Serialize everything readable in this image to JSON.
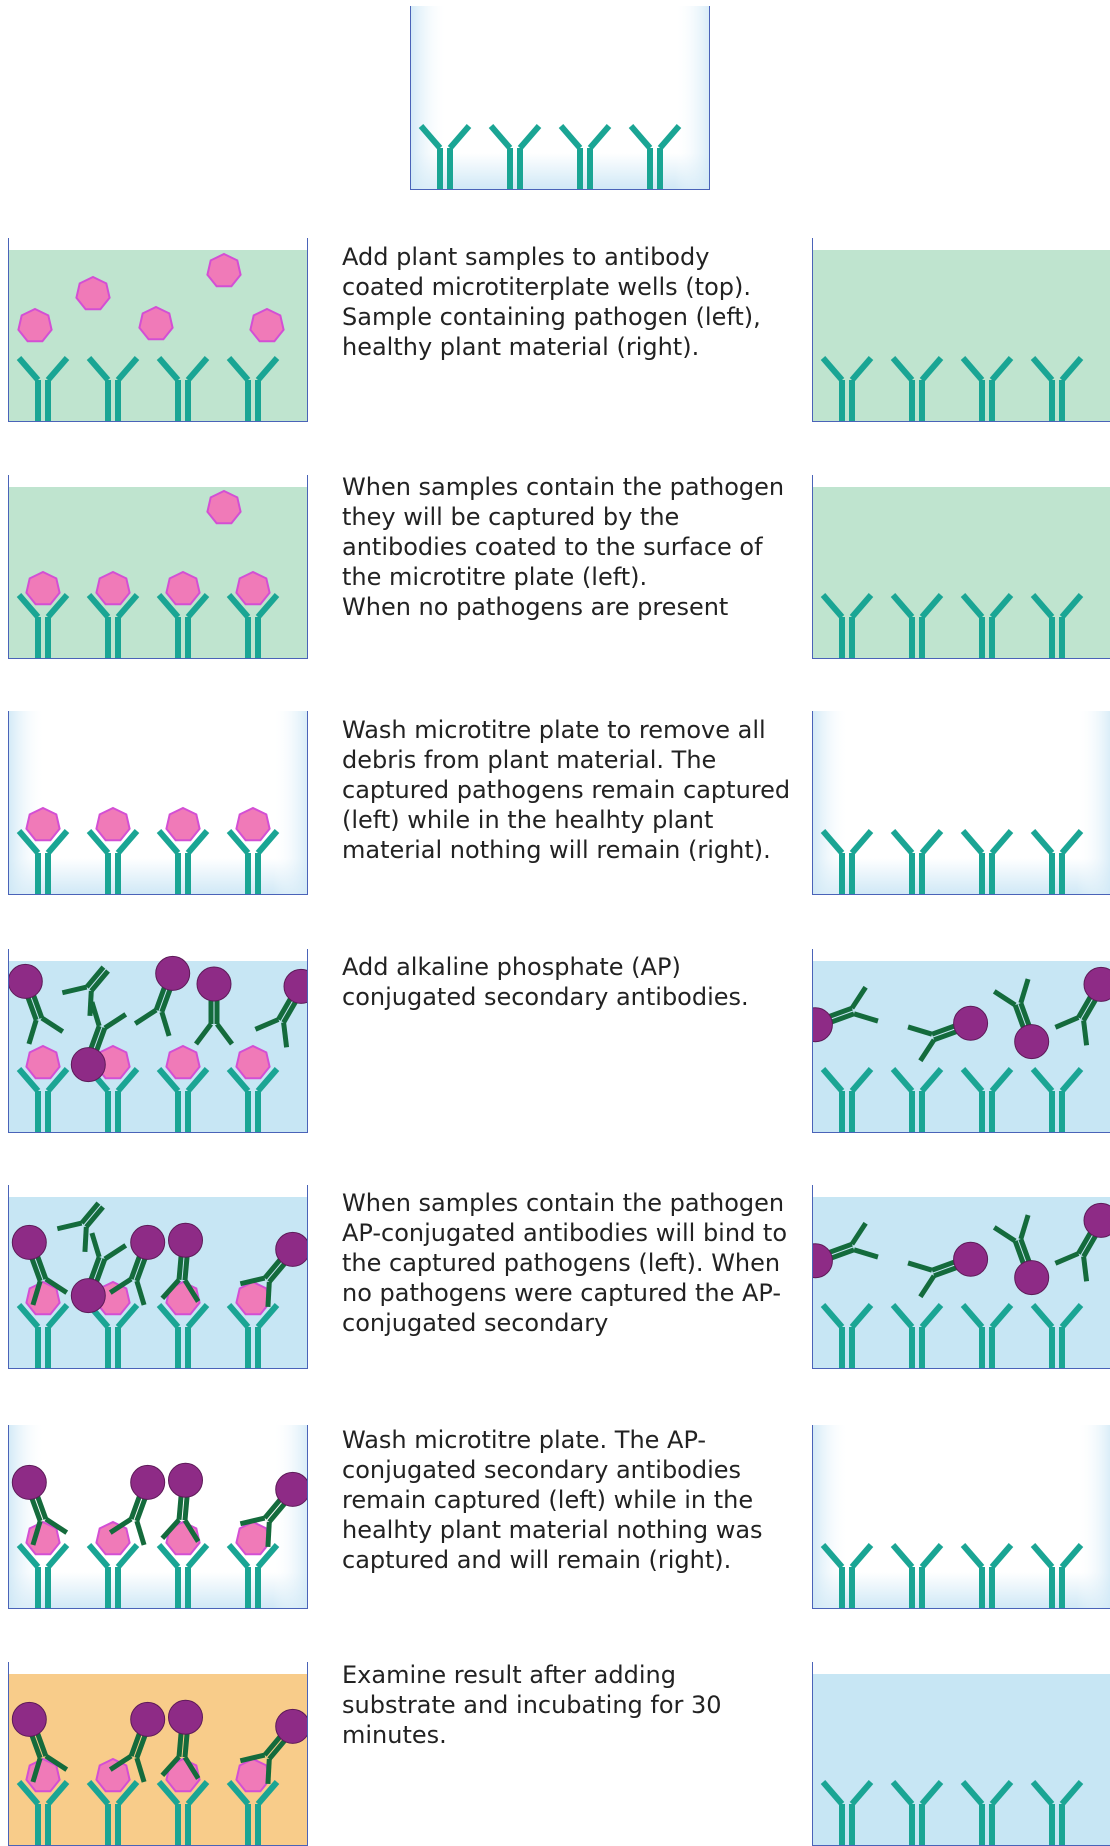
{
  "colors": {
    "antibody": "#1aa594",
    "pathogen_fill": "#f07ab8",
    "pathogen_stroke": "#d34fd4",
    "ap": "#8e2b86",
    "secondary": "#146b3c",
    "liquid_green": "#bfe4cf",
    "liquid_blue": "#c7e6f4",
    "liquid_orange": "#f8cc8a",
    "wall": "#4a63b8"
  },
  "top_well": {
    "state": "empty"
  },
  "steps": [
    {
      "text": "Add plant samples to antibody coated microtiterplate wells (top). Sample containing pathogen (left), healthy plant material (right).",
      "left": "sample-free",
      "right": "green"
    },
    {
      "text": "When samples contain the pathogen they will be captured by the antibodies coated to the surface of the microtitre plate (left).\nWhen no pathogens are present",
      "left": "sample-captured",
      "right": "green"
    },
    {
      "text": "Wash microtitre plate to remove all debris from plant material. The captured pathogens remain captured (left) while in the healhty plant material nothing will remain (right).",
      "left": "washed",
      "right": "empty"
    },
    {
      "text": "Add alkaline phosphate (AP) conjugated secondary antibodies.",
      "left": "ap-added",
      "right": "ap-free"
    },
    {
      "text": "When samples contain the pathogen AP-conjugated antibodies will bind to the captured pathogens (left). When no pathogens were captured the AP-conjugated secondary",
      "left": "ap-bound",
      "right": "ap-free2"
    },
    {
      "text": "Wash microtitre plate. The AP-conjugated secondary antibodies remain captured (left) while in the healhty plant material nothing was captured and will remain (right).",
      "left": "ap-washed",
      "right": "empty"
    },
    {
      "text": "Examine result after adding substrate and incubating for 30 minutes.",
      "left": "result",
      "right": "blue"
    }
  ]
}
